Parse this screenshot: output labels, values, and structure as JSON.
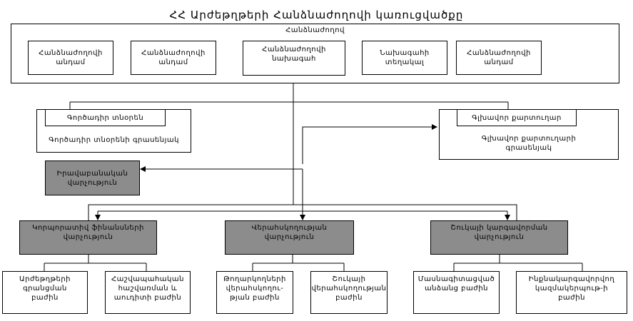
{
  "title": "ՀՀ Արժեթղթերի Հանձնաժողովի կառուցվածքը",
  "commission": {
    "label": "Հանձնաժողով",
    "members": [
      "Հանձնաժողովի\nանդամ",
      "Հանձնաժողովի\nանդամ",
      "Հանձնաժողովի\nնախագահ",
      "Նախագահի\nտեղակալ",
      "Հանձնաժողովի\nանդամ"
    ]
  },
  "chief_of_staff": {
    "header": "Գործադիր տնօրեն",
    "office": "Գործադիր տնօրենի գրասենյակ"
  },
  "chief_accountant": {
    "header": "Գլխավոր քարտուղար",
    "office": "Գլխավոր քարտուղարի\nգրասենյակ"
  },
  "legal": "Իրավաբանական\nվարչություն",
  "departments": [
    {
      "name": "Կորպորատիվ ֆինանսների\nվարչություն",
      "units": [
        "Արժեթղթերի\nգրանցման\nբաժին",
        "Հաշվապահական\nհաշվառման և\nաուդիտի բաժին"
      ]
    },
    {
      "name": "Վերահսկողության\nվարչություն",
      "units": [
        "Թողարկողների\nվերահսկողու-\nթյան բաժին",
        "Շուկայի\nվերահսկողության\nբաժին"
      ]
    },
    {
      "name": "Շուկայի կարգավորման\nվարչություն",
      "units": [
        "Մասնագիտացված\nանձանց բաժին",
        "Ինքնակարգավորվող\nկազմակերպութ-ի\nբաժին"
      ]
    }
  ]
}
